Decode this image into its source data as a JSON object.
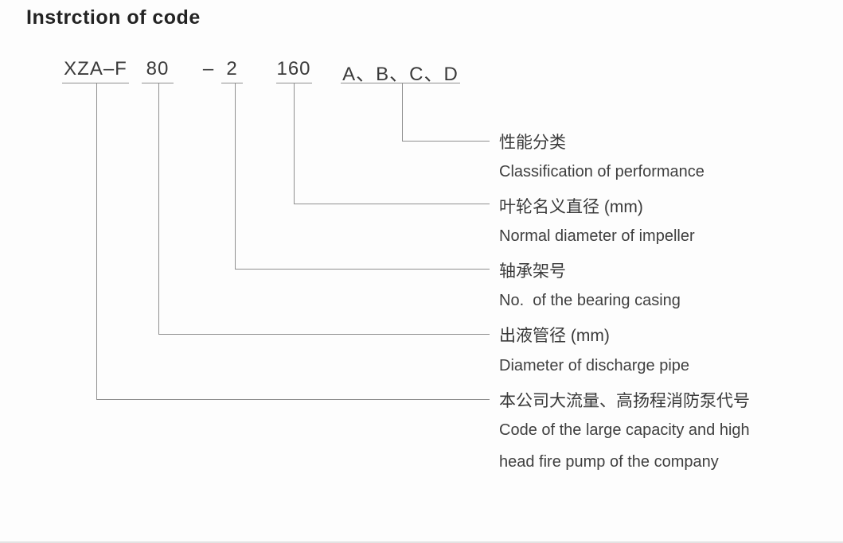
{
  "page": {
    "title": "Instrction of code"
  },
  "code": {
    "segments": [
      {
        "text": "XZA–F"
      },
      {
        "text": "80"
      },
      {
        "text": "–"
      },
      {
        "text": "2"
      },
      {
        "text": "160"
      },
      {
        "text": "A、B、C、D"
      }
    ]
  },
  "labels": [
    {
      "zh": "性能分类",
      "en": "Classification of performance"
    },
    {
      "zh": "叶轮名义直径 (mm)",
      "en": "Normal diameter of impeller"
    },
    {
      "zh": "轴承架号",
      "en": "No.  of the bearing casing"
    },
    {
      "zh": "出液管径 (mm)",
      "en": "Diameter of discharge pipe"
    },
    {
      "zh": "本公司大流量、高扬程消防泵代号",
      "en": "Code of the large capacity and high",
      "en2": "head fire pump of the company"
    }
  ],
  "colors": {
    "background": "#fdfdfd",
    "line": "#8f8f8f",
    "title_text": "#232323",
    "body_text": "#3a3a3a"
  }
}
